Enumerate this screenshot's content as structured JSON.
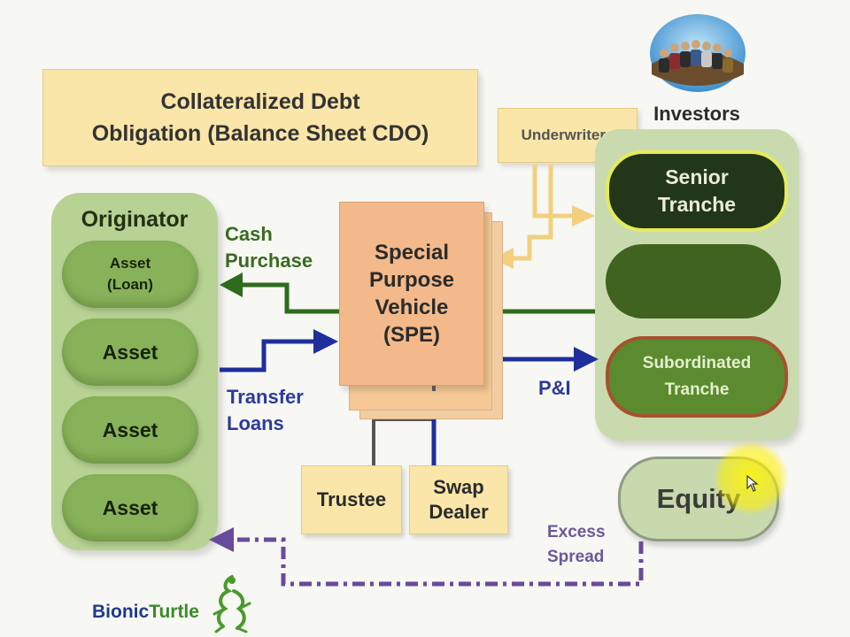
{
  "title": {
    "line1": "Collateralized Debt",
    "line2": "Obligation (Balance Sheet CDO)"
  },
  "underwriters": "Underwriters",
  "originator": {
    "label": "Originator",
    "assets": [
      {
        "line1": "Asset",
        "line2": "(Loan)"
      },
      {
        "line1": "Asset"
      },
      {
        "line1": "Asset"
      },
      {
        "line1": "Asset"
      }
    ]
  },
  "spe": {
    "line1": "Special",
    "line2": "Purpose",
    "line3": "Vehicle",
    "line4": "(SPE)"
  },
  "trustee": "Trustee",
  "swap_dealer": {
    "line1": "Swap",
    "line2": "Dealer"
  },
  "investors": {
    "label": "Investors",
    "senior": {
      "line1": "Senior",
      "line2": "Tranche"
    },
    "mezzanine": "",
    "subordinated": {
      "line1": "Subordinated",
      "line2": "Tranche"
    }
  },
  "equity": "Equity",
  "flows": {
    "cash_purchase": {
      "line1": "Cash",
      "line2": "Purchase"
    },
    "transfer_loans": {
      "line1": "Transfer",
      "line2": "Loans"
    },
    "p_and_i": "P&I",
    "excess_spread": {
      "line1": "Excess",
      "line2": "Spread"
    }
  },
  "logo": {
    "part1": "Bionic",
    "part2": "Turtle"
  },
  "colors": {
    "cash_arrow": "#2e6b1c",
    "loan_arrow": "#1f2f9a",
    "excess_arrow": "#6a4a9a",
    "underwriter_arrow": "#f2d07e"
  }
}
